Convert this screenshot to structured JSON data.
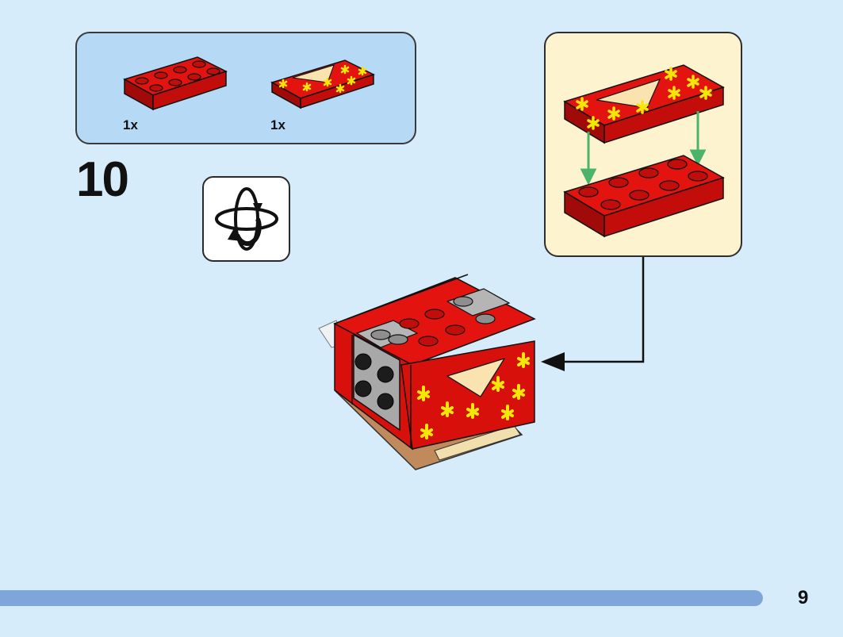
{
  "parts_list": {
    "items": [
      {
        "icon": "red-plate-2x4-icon",
        "qty": "1x"
      },
      {
        "icon": "printed-plate-2x4-icon",
        "qty": "1x"
      }
    ]
  },
  "step": {
    "number": "10"
  },
  "rotate_icon": "rotate-model-icon",
  "footer": {
    "page_number": "9"
  },
  "colors": {
    "background": "#d6ecfa",
    "parts_box": "#b6d9f6",
    "callout_box": "#fdf3cf",
    "brick_red": "#d7100b",
    "print_yellow": "#f5e60a",
    "arrow_green": "#4cb36a",
    "footer_bar": "#7fa6d9"
  }
}
